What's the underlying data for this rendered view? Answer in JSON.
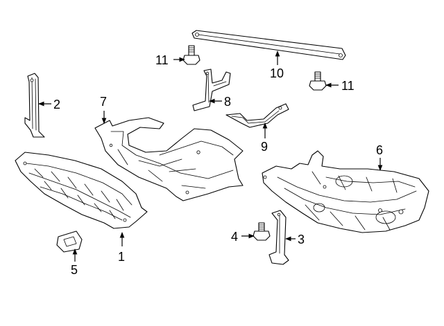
{
  "diagram": {
    "callouts": [
      {
        "id": "c1",
        "text": "1"
      },
      {
        "id": "c2",
        "text": "2"
      },
      {
        "id": "c3",
        "text": "3"
      },
      {
        "id": "c4",
        "text": "4"
      },
      {
        "id": "c5",
        "text": "5"
      },
      {
        "id": "c6",
        "text": "6"
      },
      {
        "id": "c7",
        "text": "7"
      },
      {
        "id": "c8",
        "text": "8"
      },
      {
        "id": "c9",
        "text": "9"
      },
      {
        "id": "c10",
        "text": "10"
      },
      {
        "id": "c11a",
        "text": "11"
      },
      {
        "id": "c11b",
        "text": "11"
      }
    ]
  }
}
